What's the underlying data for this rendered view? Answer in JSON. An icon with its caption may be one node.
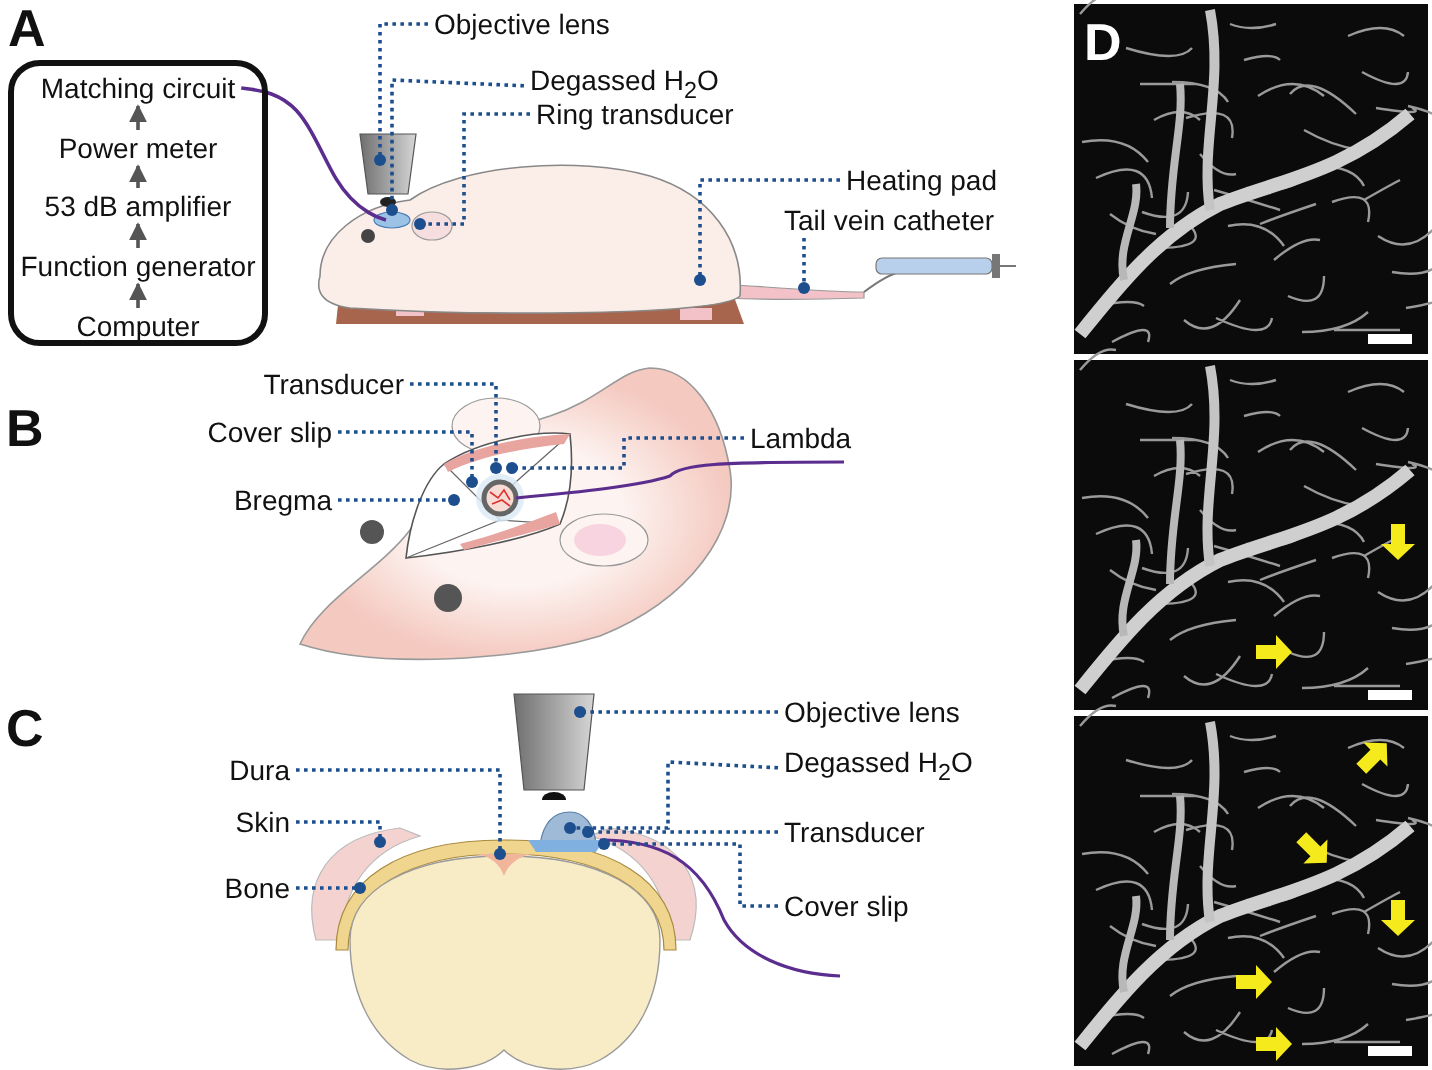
{
  "diagram": {
    "nodes": [
      {
        "text": [],
        "shape": "box"
      },
      {
        "text": [
          "Matching circuit"
        ],
        "in": 0
      },
      {
        "text": [
          "Power meter"
        ],
        "in": 0
      },
      {
        "text": [
          "53 dB amplifier"
        ],
        "in": 0
      },
      {
        "text": [
          "Function generator"
        ],
        "in": 0
      },
      {
        "text": [
          "Computer"
        ],
        "in": 0
      },
      {
        "text": [
          "Objective lens"
        ]
      },
      {
        "text": [
          "Degassed H$_{2}$O"
        ]
      },
      {
        "text": [
          "Ring transducer"
        ]
      },
      {
        "text": [
          "Heating pad"
        ]
      },
      {
        "text": [
          "Tail vein catheter"
        ]
      },
      {
        "text": [
          "Transducer"
        ]
      },
      {
        "text": [
          "Cover slip"
        ]
      },
      {
        "text": [
          "Bregma"
        ]
      },
      {
        "text": [
          "Lambda"
        ]
      },
      {
        "text": [
          "Objective lens"
        ]
      },
      {
        "text": [
          "Dura"
        ]
      },
      {
        "text": [
          "Degassed H$_{2}$O"
        ]
      },
      {
        "text": [
          "Skin"
        ]
      },
      {
        "text": [
          "Transducer"
        ]
      },
      {
        "text": [
          "Bone"
        ]
      },
      {
        "text": [
          "Cover slip"
        ]
      }
    ],
    "edges": [
      {
        "from": 5,
        "to": 4,
        "arrow": "to",
        "color": "#555555"
      },
      {
        "from": 4,
        "to": 3,
        "arrow": "to",
        "color": "#555555"
      },
      {
        "from": 3,
        "to": 2,
        "arrow": "to",
        "color": "#555555"
      },
      {
        "from": 2,
        "to": 1,
        "arrow": "to",
        "color": "#555555"
      },
      {
        "from": 1,
        "to": null,
        "arrow": "none",
        "color": "#5b2d8e"
      },
      {
        "from": 6,
        "to": null,
        "arrow": "other",
        "style": "dashed"
      },
      {
        "from": 7,
        "to": null,
        "arrow": "other",
        "style": "dashed"
      },
      {
        "from": 8,
        "to": null,
        "arrow": "other",
        "style": "dashed"
      },
      {
        "from": 9,
        "to": null,
        "arrow": "other",
        "style": "dashed"
      },
      {
        "from": 10,
        "to": null,
        "arrow": "other",
        "style": "dashed"
      },
      {
        "from": 11,
        "to": null,
        "arrow": "other",
        "style": "dashed"
      },
      {
        "from": 12,
        "to": null,
        "arrow": "other",
        "style": "dashed"
      },
      {
        "from": 13,
        "to": null,
        "arrow": "other",
        "style": "dashed"
      },
      {
        "from": 14,
        "to": null,
        "arrow": "other",
        "style": "dashed"
      },
      {
        "from": 15,
        "to": null,
        "arrow": "other",
        "style": "dashed"
      },
      {
        "from": 16,
        "to": null,
        "arrow": "other",
        "style": "dashed"
      },
      {
        "from": 17,
        "to": null,
        "arrow": "other",
        "style": "dashed"
      },
      {
        "from": 18,
        "to": null,
        "arrow": "other",
        "style": "dashed"
      },
      {
        "from": 19,
        "to": null,
        "arrow": "other",
        "style": "dashed"
      },
      {
        "from": 20,
        "to": null,
        "arrow": "other",
        "style": "dashed"
      },
      {
        "from": 21,
        "to": null,
        "arrow": "other",
        "style": "dashed"
      }
    ],
    "labels": [
      "A",
      "B",
      "C",
      "D"
    ]
  }
}
